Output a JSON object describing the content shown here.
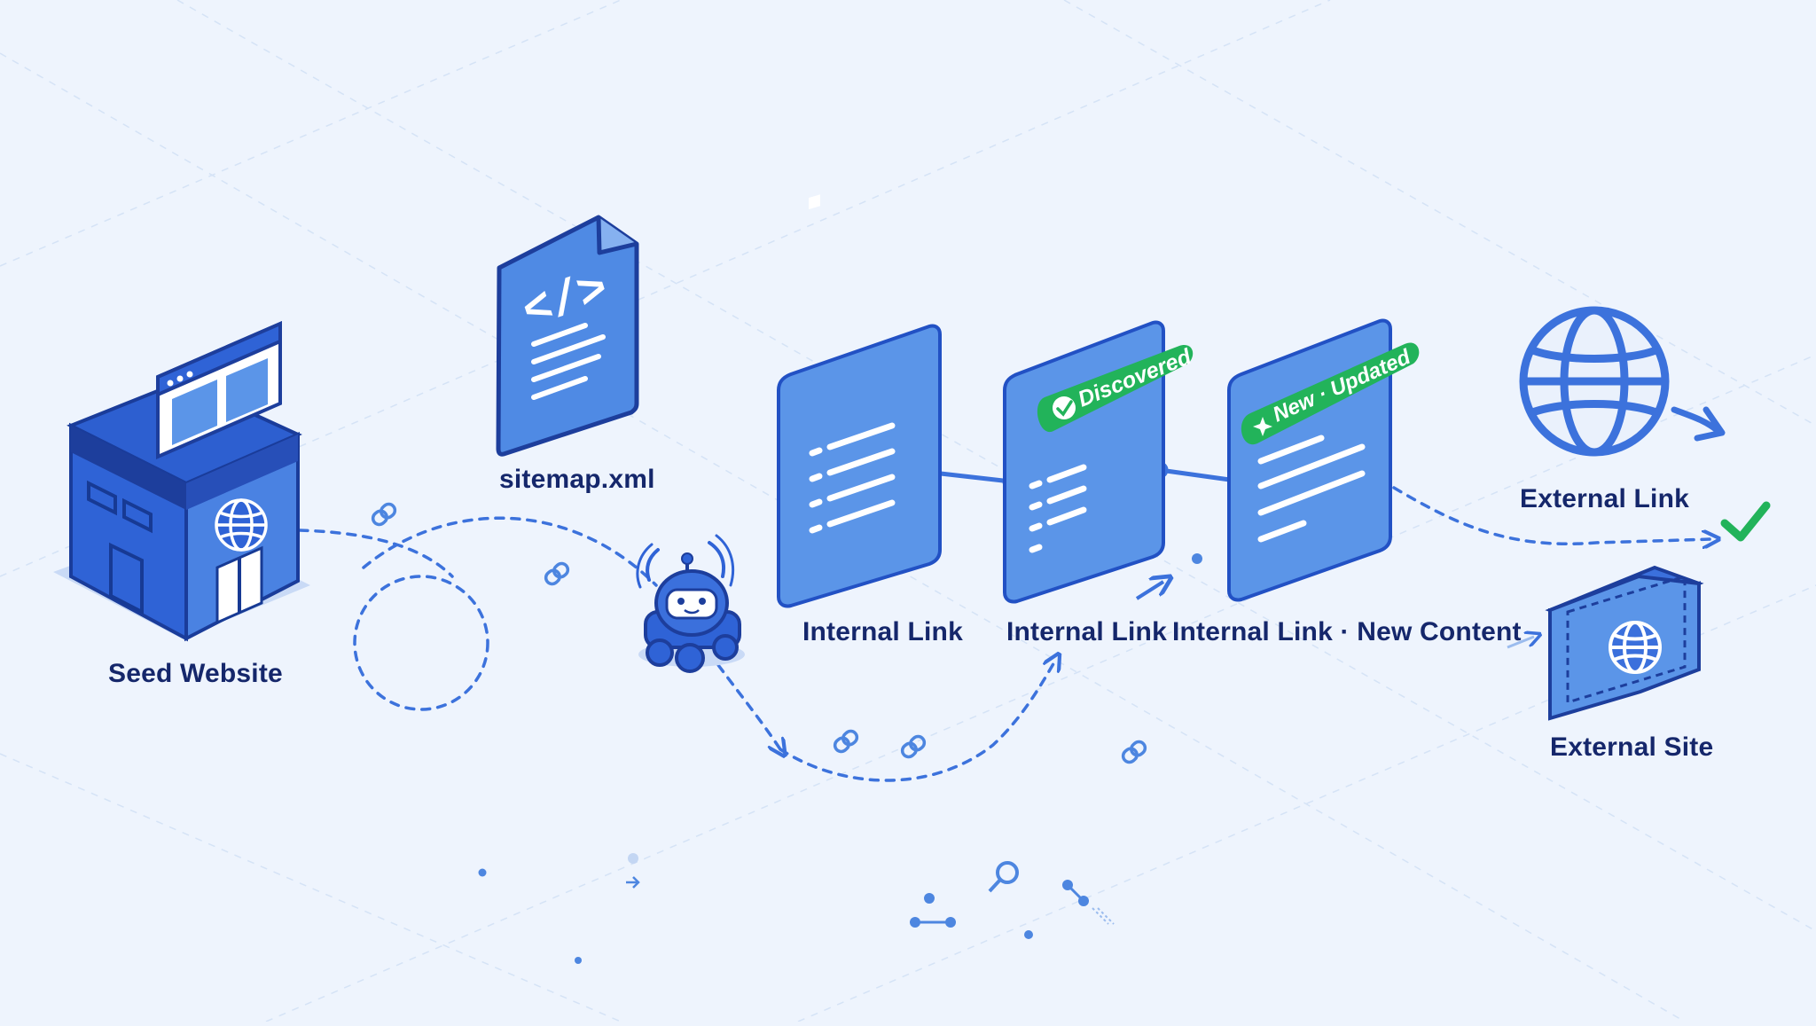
{
  "diagram": {
    "nodes": {
      "seed_website": {
        "label": "Seed Website"
      },
      "sitemap": {
        "label": "sitemap.xml",
        "code_glyph": "</>"
      },
      "internal_page_1": {
        "label": "Internal Link"
      },
      "internal_page_2": {
        "label": "Internal Link",
        "badge": "Discovered"
      },
      "internal_page_3": {
        "label": "Internal Link · New Content",
        "badge": "New · Updated"
      },
      "external_link": {
        "label": "External Link"
      },
      "external_site": {
        "label": "External Site"
      }
    },
    "icons": [
      "building-icon",
      "xml-file-icon",
      "crawler-robot-icon",
      "document-list-icon",
      "globe-icon",
      "link-chain-icon",
      "checkmark-icon",
      "magnifier-icon"
    ],
    "colors": {
      "background": "#eef4fd",
      "primary_blue": "#2f63d6",
      "light_blue": "#5b95e8",
      "dark_navy": "#15276b",
      "success_green": "#22b35a"
    }
  }
}
